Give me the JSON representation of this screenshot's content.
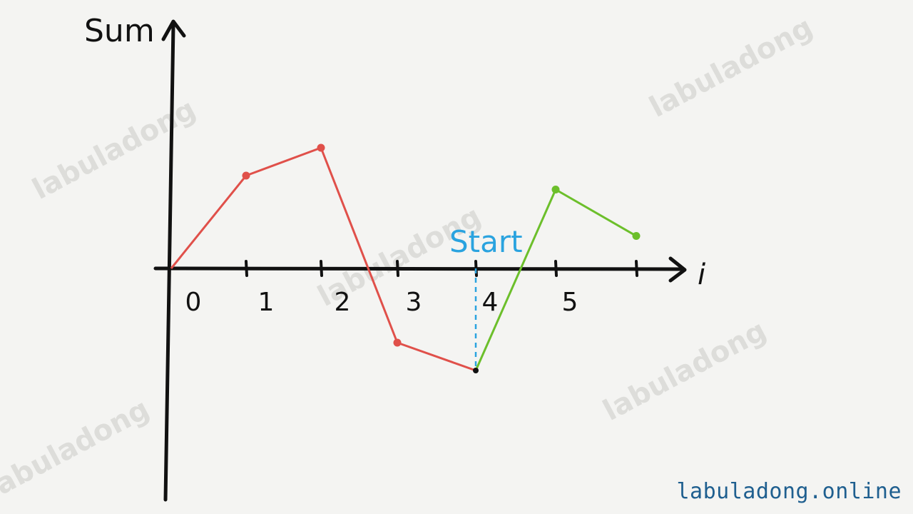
{
  "watermark": {
    "text": "labuladong"
  },
  "axes": {
    "y_label": "Sum",
    "x_label": "i"
  },
  "x_ticks": [
    "0",
    "1",
    "2",
    "3",
    "4",
    "5"
  ],
  "start_label": "Start",
  "footer": "labuladong.online",
  "colors": {
    "axis": "#111111",
    "red_segment": "#e0504a",
    "green_segment": "#6cbf2b",
    "start_marker": "#2aa3df",
    "footer_text": "#1f5f8f"
  },
  "chart_data": {
    "type": "line",
    "x": [
      0,
      1,
      2,
      3,
      4,
      5,
      6
    ],
    "prefix_sum": [
      0,
      2,
      2.6,
      -1.6,
      -2.2,
      1.7,
      0.7
    ],
    "series": [
      {
        "range_indices": [
          0,
          4
        ],
        "color": "red"
      },
      {
        "range_indices": [
          4,
          6
        ],
        "color": "green"
      }
    ],
    "start_index": 4
  }
}
